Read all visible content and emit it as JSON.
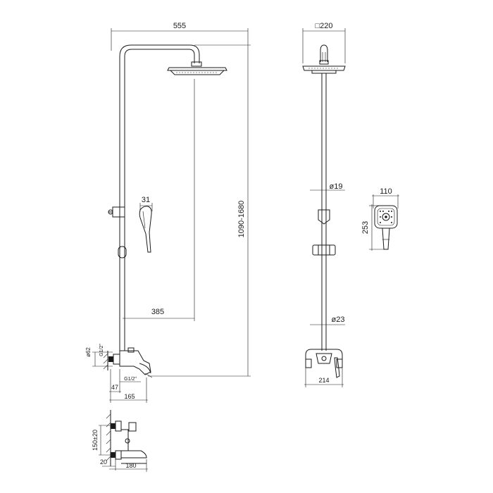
{
  "dimensions": {
    "side_arm_length": "555",
    "head_square": "□220",
    "hand_shower_width_side": "31",
    "overall_height": "1090-1680",
    "spout_reach": "385",
    "pipe_dia_upper": "ø19",
    "pipe_dia_lower": "ø23",
    "hand_shower_width": "110",
    "hand_shower_length": "253",
    "mixer_width": "214",
    "flange_dia": "ø62",
    "thread_upper": "G1/2\"",
    "thread_lower": "G1/2\"",
    "wall_offset": "47",
    "mixer_depth": "165",
    "centers": "150±20",
    "plan_offset": "20",
    "plan_depth": "180"
  }
}
